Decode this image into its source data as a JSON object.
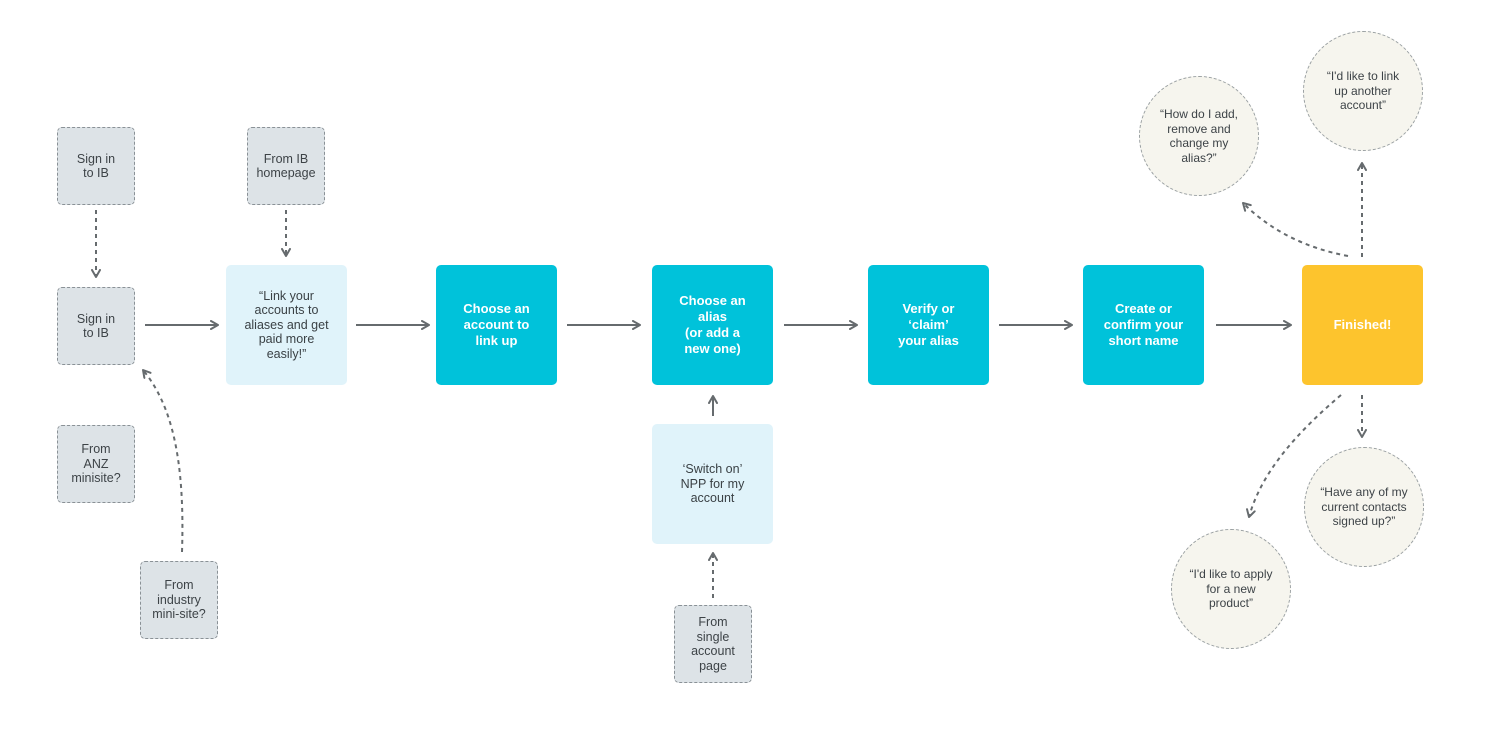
{
  "entry_points": {
    "sign_in_ib": "Sign in\nto IB",
    "from_ib_homepage": "From IB\nhomepage",
    "sign_in_ib_main": "Sign in\nto IB",
    "from_anz_minisite": "From\nANZ\nminisite?",
    "from_industry_minisite": "From\nindustry\nmini-site?",
    "from_single_account_page": "From\nsingle\naccount\npage"
  },
  "prompts": {
    "link_accounts": "“Link your\naccounts to\naliases and get\npaid more\neasily!”",
    "switch_on_npp": "‘Switch on’\nNPP for my\naccount"
  },
  "steps": {
    "choose_account": "Choose an\naccount to\nlink up",
    "choose_alias": "Choose an\nalias\n(or add a\nnew one)",
    "verify_alias": "Verify or\n‘claim’\nyour alias",
    "create_short_name": "Create or\nconfirm your\nshort name",
    "finished": "Finished!"
  },
  "follow_ups": {
    "add_remove_alias": "“How do I add,\nremove and\nchange my\nalias?”",
    "link_another_account": "“I'd like to link\nup another\naccount”",
    "contacts_signed_up": "“Have any of my\ncurrent contacts\nsigned up?”",
    "apply_new_product": "“I'd like to apply\nfor a new\nproduct”"
  },
  "colors": {
    "step_teal": "#00c2da",
    "finished_yellow": "#fdc42d",
    "prompt_light_blue": "#e0f3fa",
    "entry_grey": "#dde3e7",
    "thought_cream": "#f6f5ee",
    "connector_grey": "#666b6e"
  }
}
